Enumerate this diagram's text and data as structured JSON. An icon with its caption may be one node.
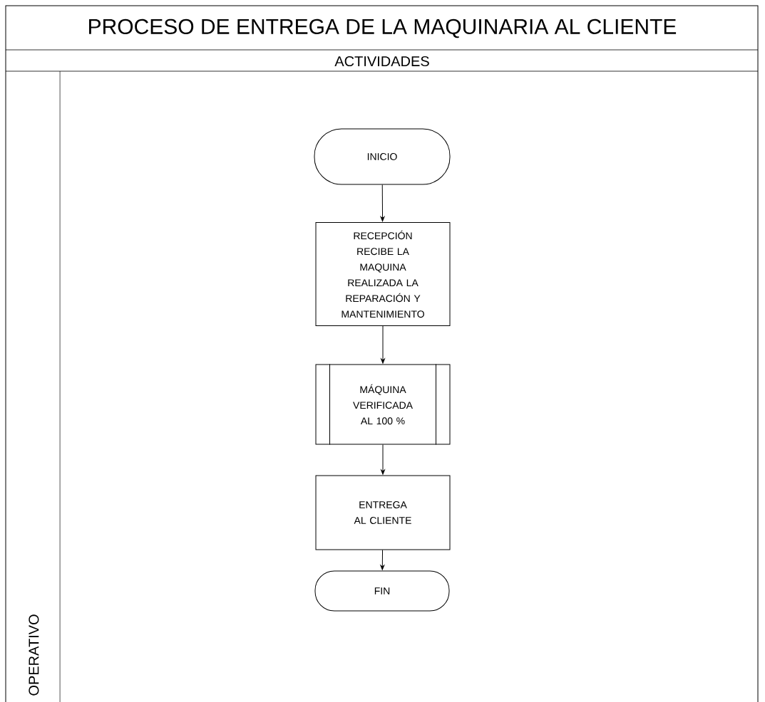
{
  "diagram": {
    "title": "PROCESO DE ENTREGA DE LA MAQUINARIA AL CLIENTE",
    "nodes": [
      {
        "text": [
          "INICIO"
        ]
      },
      {
        "text": [
          "RECEPCIÓN RECIBE LA MAQUINA REALIZADA LA REPARACIÓN Y MANTENIMIENTO"
        ]
      },
      {
        "text": [
          "MÁQUINA VERIFICADA AL 100 %"
        ]
      },
      {
        "text": [
          "ENTREGA AL CLIENTE"
        ]
      },
      {
        "text": [
          "FIN"
        ]
      }
    ],
    "edges": [
      {
        "from": 0,
        "to": 1,
        "arrow": "to"
      },
      {
        "from": 1,
        "to": 2,
        "arrow": "to"
      },
      {
        "from": 2,
        "to": 3,
        "arrow": "to"
      },
      {
        "from": 3,
        "to": 4,
        "arrow": "to"
      }
    ],
    "labels": [
      "ACTIVIDADES",
      "OPERATIVO"
    ]
  }
}
